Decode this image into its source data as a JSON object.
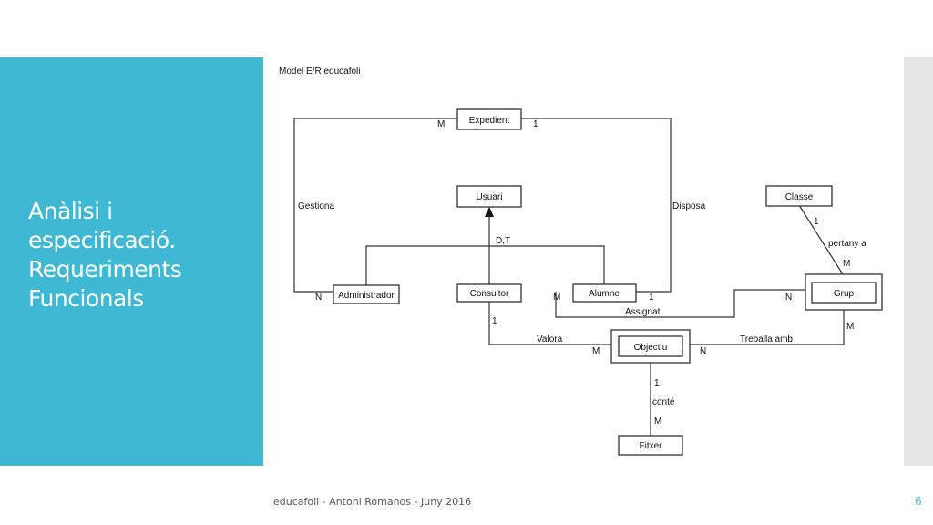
{
  "slide": {
    "title_lines": [
      "Anàlisi i",
      "especificació.",
      "Requeriments",
      "Funcionals"
    ],
    "footer": "educafoli - Antoni Romanos - Juny 2016",
    "page_number": "6",
    "accent_color": "#3fb8d4"
  },
  "diagram": {
    "caption": "Model E/R educafoli",
    "entities": {
      "expedient": "Expedient",
      "usuari": "Usuari",
      "classe": "Classe",
      "administrador": "Administrador",
      "consultor": "Consultor",
      "alumne": "Alumne",
      "grup": "Grup",
      "objectiu": "Objectiu",
      "fitxer": "Fitxer"
    },
    "relationships": {
      "gestiona": "Gestiona",
      "disposa": "Disposa",
      "pertany_a": "pertany a",
      "assignat": "Assignat",
      "valora": "Valora",
      "treballa_amb": "Treballa amb",
      "conte": "conté",
      "specialization": "D,T"
    },
    "cardinalities": {
      "gestiona_expedient": "M",
      "disposa_expedient": "1",
      "gestiona_administrador": "N",
      "disposa_alumne": "1",
      "assignat_alumne": "M",
      "assignat_grup": "N",
      "pertany_classe": "1",
      "pertany_grup": "M",
      "valora_consultor": "1",
      "valora_objectiu": "M",
      "treballa_objectiu": "N",
      "treballa_grup": "M",
      "conte_objectiu": "1",
      "conte_fitxer": "M"
    }
  }
}
